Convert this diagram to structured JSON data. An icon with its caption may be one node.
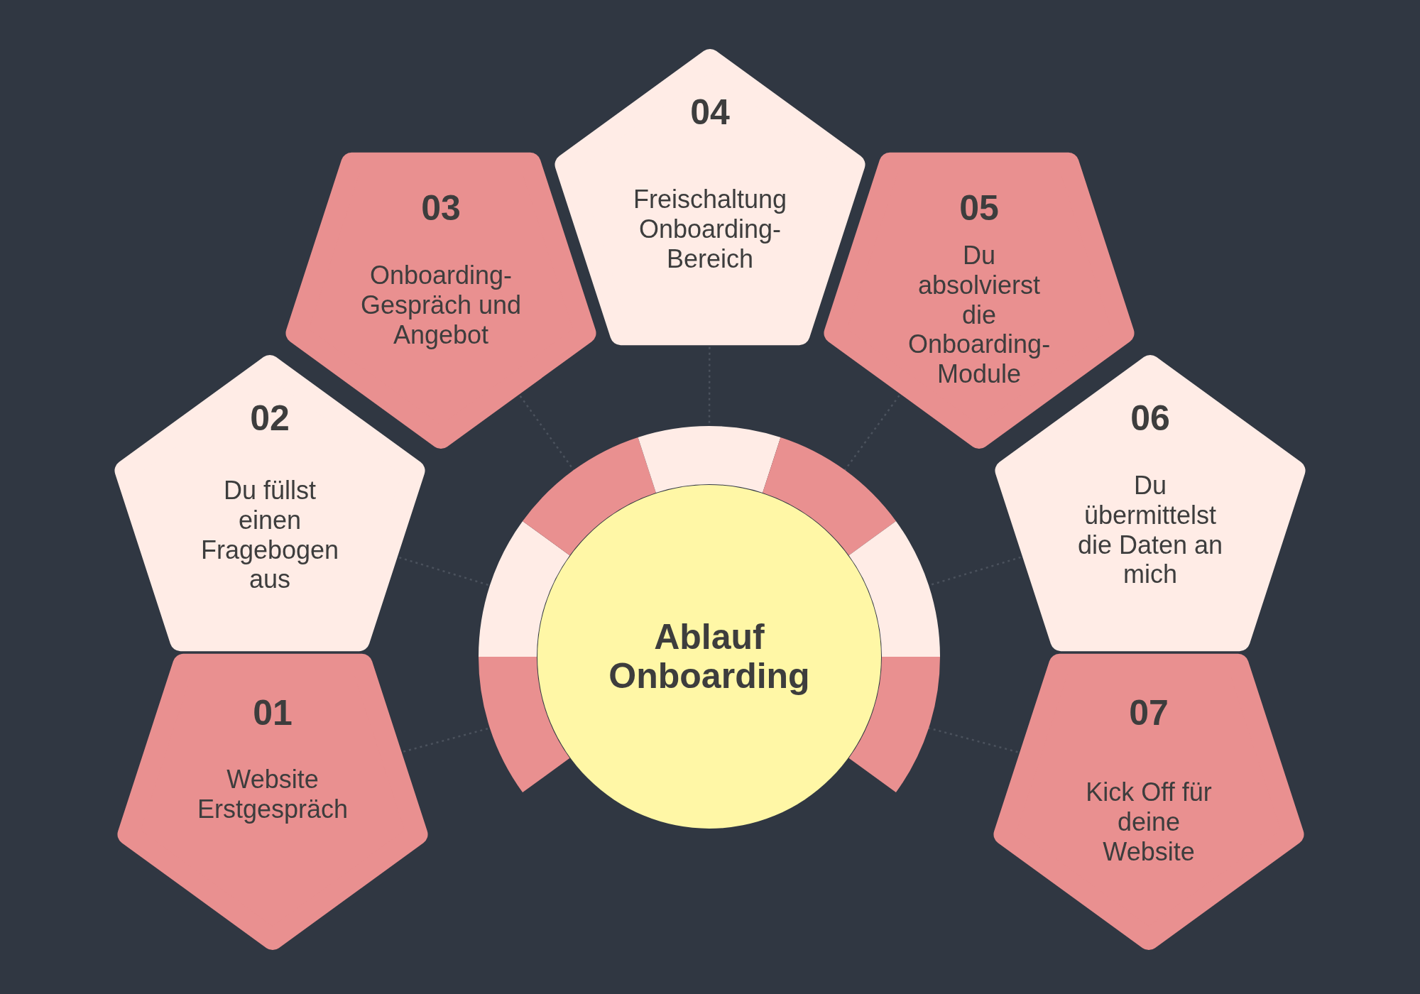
{
  "diagram": {
    "nodes": [
      {
        "text": [
          "01",
          "Website Erstgespräch"
        ]
      },
      {
        "text": [
          "02",
          "Du füllst einen Fragebogen aus"
        ]
      },
      {
        "text": [
          "03",
          "Onboarding-Gespräch und Angebot"
        ]
      },
      {
        "text": [
          "04",
          "Freischaltung Onboarding-Bereich"
        ]
      },
      {
        "text": [
          "05",
          "Du absolvierst die Onboarding-Module"
        ]
      },
      {
        "text": [
          "06",
          "Du übermittelst die Daten an mich"
        ]
      },
      {
        "text": [
          "07",
          "Kick Off für deine Website"
        ]
      },
      {
        "text": [
          "Ablauf Onboarding"
        ]
      },
      {
        "text": [],
        "shape": "segment"
      },
      {
        "text": [],
        "shape": "segment"
      },
      {
        "text": [],
        "shape": "segment"
      },
      {
        "text": [],
        "shape": "segment"
      },
      {
        "text": [],
        "shape": "segment"
      },
      {
        "text": [],
        "shape": "segment"
      },
      {
        "text": [],
        "shape": "segment"
      }
    ],
    "edges": [
      {
        "from": 0,
        "to": 8,
        "arrow": "none",
        "style": "dashed"
      },
      {
        "from": 1,
        "to": 9,
        "arrow": "none",
        "style": "dashed"
      },
      {
        "from": 2,
        "to": 10,
        "arrow": "none",
        "style": "dashed"
      },
      {
        "from": 3,
        "to": 11,
        "arrow": "none",
        "style": "dashed"
      },
      {
        "from": 4,
        "to": 12,
        "arrow": "none",
        "style": "dashed"
      },
      {
        "from": 5,
        "to": 13,
        "arrow": "none",
        "style": "dashed"
      },
      {
        "from": 6,
        "to": 14,
        "arrow": "none",
        "style": "dashed"
      }
    ]
  }
}
